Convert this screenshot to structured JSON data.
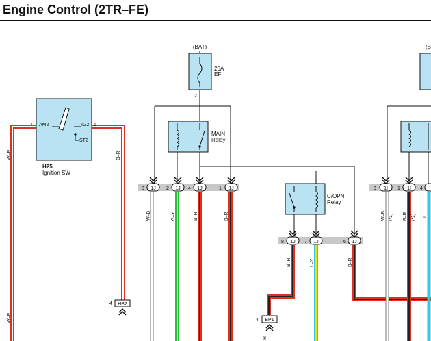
{
  "title": "Engine Control (2TR–FE)",
  "colors": {
    "component_fill": "#b9e3f2",
    "wire_red": "#e03020",
    "wire_green": "#2bbf3a",
    "wire_yellow": "#f2e000",
    "wire_cyan": "#30c8e0",
    "connector_bar": "#c8c8c8"
  },
  "components": {
    "efi_fuse": {
      "source": "(BAT)",
      "rating": "20A",
      "name": "EFI",
      "pin": "2"
    },
    "right_fuse": {
      "source_partial": "(B"
    },
    "main_relay": {
      "name": "MAIN",
      "type": "Relay"
    },
    "copn_relay": {
      "name": "C/OPN",
      "type": "Relay"
    },
    "ignition_sw": {
      "code": "H25",
      "name": "Ignition SW",
      "pin_am2_num": "7",
      "pin_am2": "AM2",
      "pin_ig2": "IG2",
      "pin_ig2_num": "6",
      "pin_st2": "ST2"
    }
  },
  "connectors": {
    "row_1j": [
      {
        "pin": "3",
        "code": "1J"
      },
      {
        "pin": "2",
        "code": "1J"
      },
      {
        "pin": "4",
        "code": "1J"
      },
      {
        "pin": "1",
        "code": "1J"
      }
    ],
    "row_1i": [
      {
        "pin": "3",
        "code": "1I"
      },
      {
        "pin": "1",
        "code": "1I"
      },
      {
        "pin": "4",
        "code": ""
      }
    ],
    "row_1j_lower": [
      {
        "pin": "8",
        "code": "1J"
      },
      {
        "pin": "7",
        "code": "1J"
      },
      {
        "pin": "6",
        "code": "1J"
      }
    ],
    "hb2": {
      "pin": "4",
      "code": "HB2"
    },
    "bp1": {
      "pin": "4",
      "code": "BP1"
    }
  },
  "wire_labels": {
    "wr_top": "W–R",
    "wr_bottom": "W–R",
    "br_ig2": "B–R",
    "wb_1": "W–B",
    "gy": "G–Y",
    "br_1": "B–R",
    "br_2": "B–R",
    "br_lower": "B–R",
    "ly": "L–Y",
    "br_lower_2": "B–R",
    "wb_2": "W–B",
    "star1_a": "(*1)",
    "br_3": "B–R",
    "star1_b": "(*1)",
    "l_partial": "L",
    "r_partial": "R"
  }
}
